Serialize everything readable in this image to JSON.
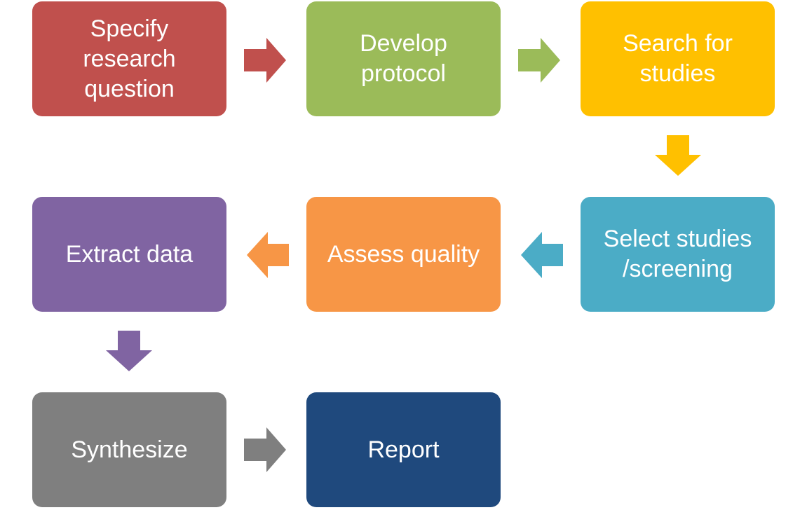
{
  "steps": [
    {
      "id": "specify",
      "label": "Specify\nresearch\nquestion",
      "color": "#C0504D"
    },
    {
      "id": "develop",
      "label": "Develop\nprotocol",
      "color": "#9BBB59"
    },
    {
      "id": "search",
      "label": "Search for\nstudies",
      "color": "#FFC000"
    },
    {
      "id": "select",
      "label": "Select studies\n/screening",
      "color": "#4BACC6"
    },
    {
      "id": "assess",
      "label": "Assess quality",
      "color": "#F79646"
    },
    {
      "id": "extract",
      "label": "Extract data",
      "color": "#8064A2"
    },
    {
      "id": "synthesize",
      "label": "Synthesize",
      "color": "#7F7F7F"
    },
    {
      "id": "report",
      "label": "Report",
      "color": "#1F497D"
    }
  ],
  "connectors": [
    {
      "from": "specify",
      "to": "develop",
      "direction": "right",
      "color": "#C0504D"
    },
    {
      "from": "develop",
      "to": "search",
      "direction": "right",
      "color": "#9BBB59"
    },
    {
      "from": "search",
      "to": "select",
      "direction": "down",
      "color": "#FFC000"
    },
    {
      "from": "select",
      "to": "assess",
      "direction": "left",
      "color": "#4BACC6"
    },
    {
      "from": "assess",
      "to": "extract",
      "direction": "left",
      "color": "#F79646"
    },
    {
      "from": "extract",
      "to": "synthesize",
      "direction": "down",
      "color": "#8064A2"
    },
    {
      "from": "synthesize",
      "to": "report",
      "direction": "right",
      "color": "#7F7F7F"
    }
  ]
}
